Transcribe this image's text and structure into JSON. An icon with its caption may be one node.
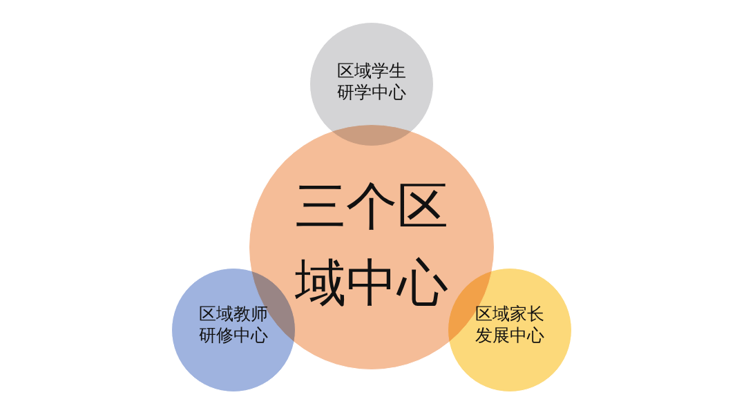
{
  "diagram": {
    "nodes": [
      {
        "text": [
          "区域学生研学中心"
        ]
      },
      {
        "text": [
          "三个区域中心"
        ]
      },
      {
        "text": [
          "区域教师研修中心"
        ]
      },
      {
        "text": [
          "区域家长发展中心"
        ]
      }
    ]
  }
}
